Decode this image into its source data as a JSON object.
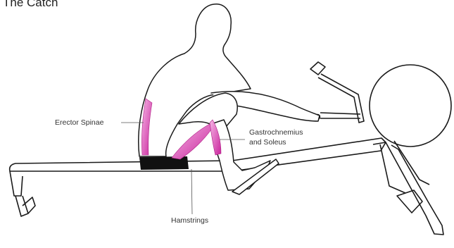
{
  "diagram": {
    "title": "The Catch",
    "labels": {
      "erector": "Erector Spinae",
      "gastro_line1": "Gastrochnemius",
      "gastro_line2": "and Soleus",
      "hamstrings": "Hamstrings"
    },
    "colors": {
      "muscle": "#d63fae",
      "muscle_light": "#f2a3de",
      "outline": "#1a1a1a",
      "seat": "#111111"
    }
  }
}
